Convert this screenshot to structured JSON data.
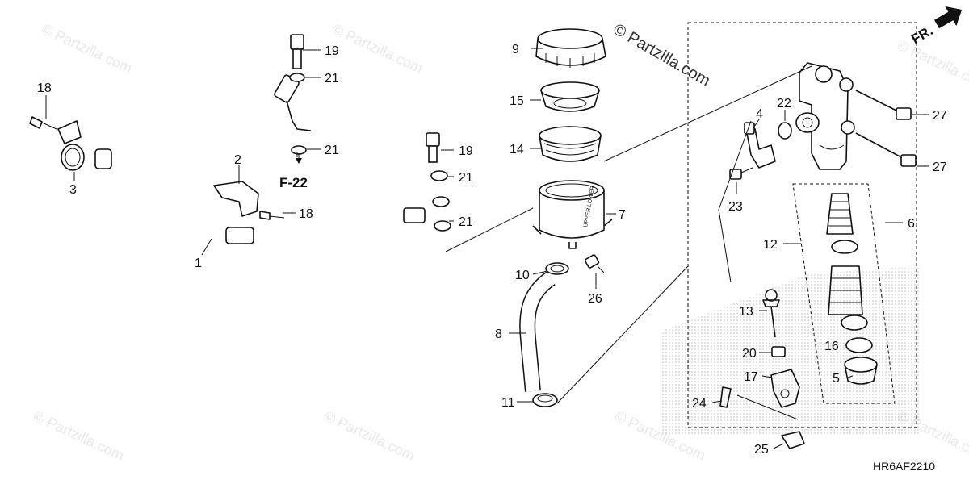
{
  "watermark": "© Partzilla.com",
  "copyright": "© Partzilla.com",
  "direction": {
    "label": "FR."
  },
  "ref_label": "F-22",
  "diagram_code": "HR6AF2210",
  "reservoir_text": "UPPER LOWER",
  "callouts": [
    {
      "id": "c1",
      "text": "1"
    },
    {
      "id": "c2",
      "text": "2"
    },
    {
      "id": "c3",
      "text": "3"
    },
    {
      "id": "c4",
      "text": "4"
    },
    {
      "id": "c5",
      "text": "5"
    },
    {
      "id": "c6",
      "text": "6"
    },
    {
      "id": "c7",
      "text": "7"
    },
    {
      "id": "c8",
      "text": "8"
    },
    {
      "id": "c9",
      "text": "9"
    },
    {
      "id": "c10",
      "text": "10"
    },
    {
      "id": "c11",
      "text": "11"
    },
    {
      "id": "c12",
      "text": "12"
    },
    {
      "id": "c13",
      "text": "13"
    },
    {
      "id": "c14",
      "text": "14"
    },
    {
      "id": "c15",
      "text": "15"
    },
    {
      "id": "c16",
      "text": "16"
    },
    {
      "id": "c17",
      "text": "17"
    },
    {
      "id": "c18a",
      "text": "18"
    },
    {
      "id": "c18b",
      "text": "18"
    },
    {
      "id": "c19a",
      "text": "19"
    },
    {
      "id": "c19b",
      "text": "19"
    },
    {
      "id": "c20",
      "text": "20"
    },
    {
      "id": "c21a",
      "text": "21"
    },
    {
      "id": "c21b",
      "text": "21"
    },
    {
      "id": "c21c",
      "text": "21"
    },
    {
      "id": "c21d",
      "text": "21"
    },
    {
      "id": "c22",
      "text": "22"
    },
    {
      "id": "c23",
      "text": "23"
    },
    {
      "id": "c24",
      "text": "24"
    },
    {
      "id": "c25",
      "text": "25"
    },
    {
      "id": "c26",
      "text": "26"
    },
    {
      "id": "c27a",
      "text": "27"
    },
    {
      "id": "c27b",
      "text": "27"
    }
  ]
}
